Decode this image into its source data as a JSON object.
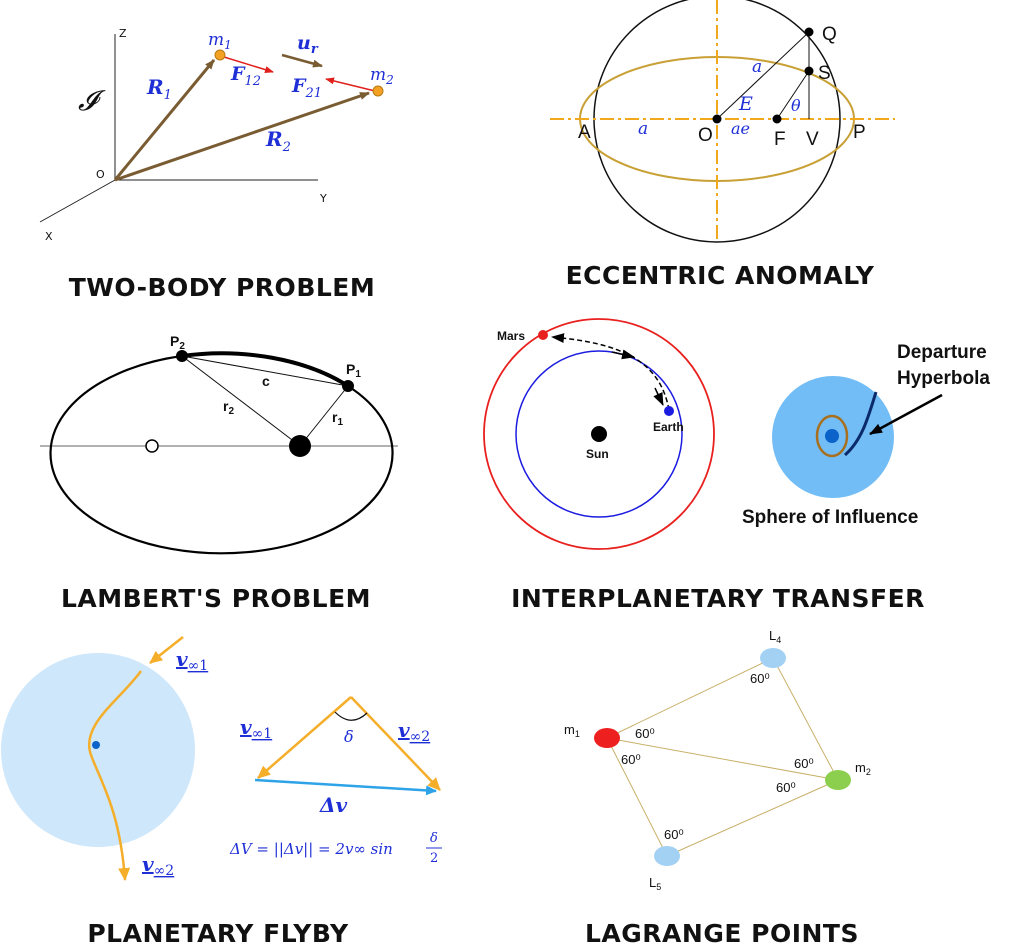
{
  "panels": {
    "two_body": {
      "caption": "TWO-BODY PROBLEM",
      "axis_z": "Z",
      "axis_y": "Y",
      "axis_x": "X",
      "origin": "O",
      "frame": "𝓘",
      "m1": "m",
      "m1_sub": "1",
      "m2": "m",
      "m2_sub": "2",
      "R1": "R",
      "R1_sub": "1",
      "R2": "R",
      "R2_sub": "2",
      "F12": "F",
      "F12_sub": "12",
      "F21": "F",
      "F21_sub": "21",
      "ur": "u",
      "ur_sub": "r"
    },
    "eccentric": {
      "caption": "ECCENTRIC ANOMALY",
      "A": "A",
      "O": "O",
      "F": "F",
      "V": "V",
      "P": "P",
      "Q": "Q",
      "S": "S",
      "a_top": "a",
      "a_left": "a",
      "ae": "ae",
      "E": "E",
      "theta": "θ"
    },
    "lambert": {
      "caption": "LAMBERT'S PROBLEM",
      "P1": "P",
      "P1_sub": "1",
      "P2": "P",
      "P2_sub": "2",
      "c": "c",
      "r1": "r",
      "r1_sub": "1",
      "r2": "r",
      "r2_sub": "2"
    },
    "interplanetary": {
      "caption": "INTERPLANETARY TRANSFER",
      "mars": "Mars",
      "earth": "Earth",
      "sun": "Sun",
      "departure": "Departure",
      "hyperbola": "Hyperbola",
      "soi": "Sphere of Influence"
    },
    "flyby": {
      "caption": "PLANETARY FLYBY",
      "v1": "v",
      "v1_sub": "∞1",
      "v2": "v",
      "v2_sub": "∞2",
      "tri_v1": "v",
      "tri_v1_sub": "∞1",
      "tri_v2": "v",
      "tri_v2_sub": "∞2",
      "delta": "δ",
      "dv": "Δv",
      "formula": "ΔV = ||Δv|| = 2v∞ sin",
      "frac_num": "δ",
      "frac_den": "2"
    },
    "lagrange": {
      "caption": "LAGRANGE POINTS",
      "L4": "L",
      "L4_sub": "4",
      "L5": "L",
      "L5_sub": "5",
      "m1": "m",
      "m1_sub": "1",
      "m2": "m",
      "m2_sub": "2",
      "ang_l4": "60⁰",
      "ang_m1_up": "60⁰",
      "ang_m1_down": "60⁰",
      "ang_m2_up": "60⁰",
      "ang_m2_down": "60⁰",
      "ang_l5": "60⁰"
    }
  },
  "colors": {
    "vector_brown": "#7a5c33",
    "force_red": "#e0201c",
    "body_orange": "#f2a122",
    "math_blue": "#1f2fd6",
    "gold_ellipse": "#c8a035",
    "dashdot_orange": "#f2a81d",
    "mars_red": "#e8201e",
    "earth_blue": "#1c1ce0",
    "soi_blue": "#72bdf5",
    "flyby_disk": "#cfe7fb",
    "flyby_orange": "#f4ae2a",
    "dv_blue": "#2ea3e8",
    "lagrange_red": "#ee1f1f",
    "lagrange_green": "#8ccf4e",
    "lagrange_blue": "#a3d1f4",
    "lagrange_line": "#c9b06a"
  }
}
